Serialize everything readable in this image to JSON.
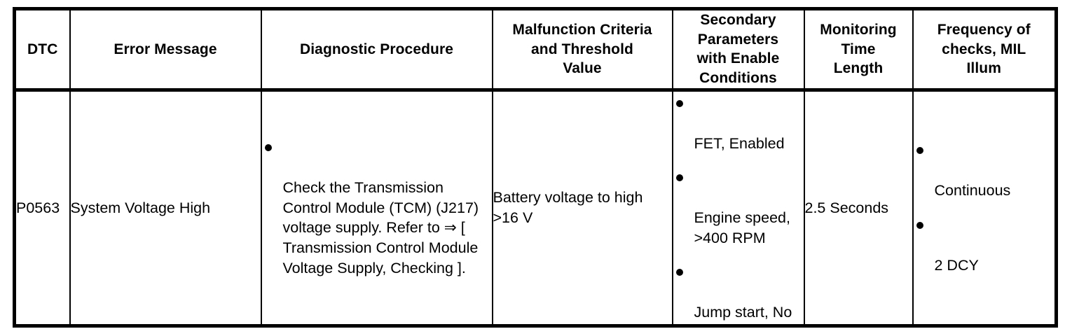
{
  "table": {
    "columns": [
      {
        "key": "dtc",
        "header": "DTC"
      },
      {
        "key": "err",
        "header": "Error Message"
      },
      {
        "key": "diag",
        "header": "Diagnostic Procedure"
      },
      {
        "key": "malf",
        "header": "Malfunction Criteria\nand Threshold\nValue"
      },
      {
        "key": "sec",
        "header": "Secondary\nParameters\nwith Enable\nConditions"
      },
      {
        "key": "mon",
        "header": "Monitoring\nTime\nLength"
      },
      {
        "key": "freq",
        "header": "Frequency of\nchecks, MIL\nIllum"
      }
    ],
    "rows": [
      {
        "dtc": "P0563",
        "error_message": "System Voltage High",
        "diagnostic_procedure_bullets": [
          "Check the Transmission Control Module (TCM) (J217) voltage supply. Refer to ⇒ [ Transmission Control Module Voltage Supply, Checking ]."
        ],
        "malfunction_criteria": "Battery voltage to high >16 V",
        "secondary_parameters_bullets": [
          "FET, Enabled",
          "Engine speed, >400 RPM",
          "Jump start, No"
        ],
        "monitoring_time_length": "2.5 Seconds",
        "frequency_bullets": [
          "Continuous",
          "2 DCY"
        ]
      }
    ]
  },
  "style": {
    "text_color": "#000000",
    "border_color": "#000000",
    "background_color": "#ffffff"
  }
}
